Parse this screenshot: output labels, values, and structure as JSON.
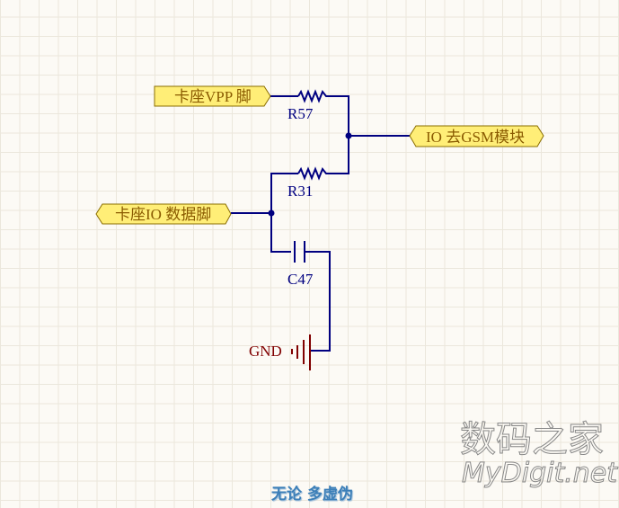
{
  "ports": {
    "vpp": "卡座VPP 脚",
    "gsm": "IO 去GSM模块",
    "io": "卡座IO 数据脚"
  },
  "components": {
    "r57": "R57",
    "r31": "R31",
    "c47": "C47",
    "gnd": "GND"
  },
  "caption": "无论  多虚伪",
  "watermark": {
    "cn": "数码之家",
    "en": "MyDigit.net"
  },
  "colors": {
    "wire": "#000080",
    "port_fill": "#ffee77",
    "port_stroke": "#8a6d00",
    "port_text": "#8a5a00",
    "gnd": "#800000"
  }
}
